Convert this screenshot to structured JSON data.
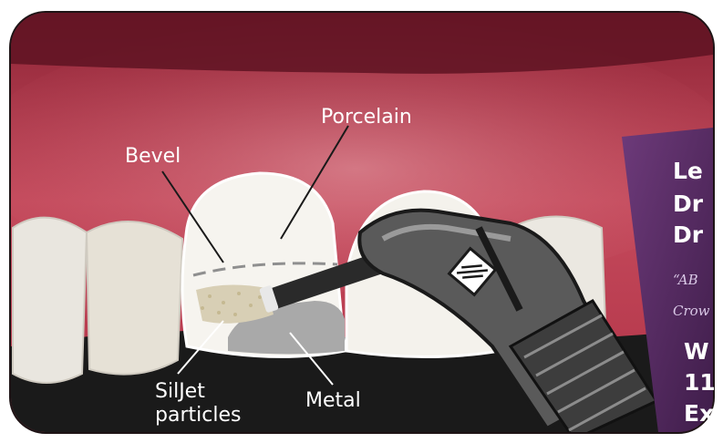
{
  "labels": {
    "porcelain": "Porcelain",
    "bevel": "Bevel",
    "siljet_line1": "SilJet",
    "siljet_line2": "particles",
    "metal": "Metal"
  },
  "side_panel": {
    "lines_bold_top": [
      "Le",
      "Dr",
      "Dr"
    ],
    "lines_italic": [
      "“AB",
      "Crow"
    ],
    "lines_bold_bottom": [
      "W",
      "11",
      "Ex"
    ]
  },
  "colors": {
    "gum": "#b23a4c",
    "gum_light": "#d98a93",
    "tooth": "#f4f2ec",
    "metal": "#a9a9a9",
    "particles": "#d8cfb5",
    "panel": "#5a2d66",
    "handpiece": "#4a4a4a"
  },
  "icons": [
    "handpiece-icon",
    "handpiece-logo-icon"
  ]
}
